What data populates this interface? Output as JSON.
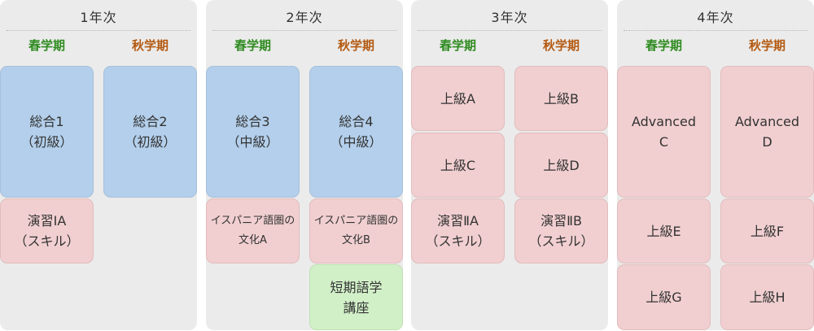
{
  "years": [
    {
      "title": "1年次",
      "spring": "春学期",
      "autumn": "秋学期",
      "courses": [
        {
          "label": "総合1\n（初級）",
          "color": "blue"
        },
        {
          "label": "総合2\n（初級）",
          "color": "blue"
        },
        {
          "label": "演習IA\n（スキル）",
          "color": "pink"
        }
      ]
    },
    {
      "title": "2年次",
      "spring": "春学期",
      "autumn": "秋学期",
      "courses": [
        {
          "label": "総合3\n（中級）",
          "color": "blue"
        },
        {
          "label": "総合4\n（中級）",
          "color": "blue"
        },
        {
          "label": "イスパニア語圏の\n文化A",
          "color": "pink"
        },
        {
          "label": "イスパニア語圏の\n文化B",
          "color": "pink"
        },
        {
          "label": "短期語学\n講座",
          "color": "green"
        }
      ]
    },
    {
      "title": "3年次",
      "spring": "春学期",
      "autumn": "秋学期",
      "courses": [
        {
          "label": "上級A",
          "color": "pink"
        },
        {
          "label": "上級B",
          "color": "pink"
        },
        {
          "label": "上級C",
          "color": "pink"
        },
        {
          "label": "上級D",
          "color": "pink"
        },
        {
          "label": "演習ⅡA\n（スキル）",
          "color": "pink"
        },
        {
          "label": "演習ⅡB\n（スキル）",
          "color": "pink"
        }
      ]
    },
    {
      "title": "4年次",
      "spring": "春学期",
      "autumn": "秋学期",
      "courses": [
        {
          "label": "Advanced\nC",
          "color": "pink"
        },
        {
          "label": "Advanced\nD",
          "color": "pink"
        },
        {
          "label": "上級E",
          "color": "pink"
        },
        {
          "label": "上級F",
          "color": "pink"
        },
        {
          "label": "上級G",
          "color": "pink"
        },
        {
          "label": "上級H",
          "color": "pink"
        }
      ]
    }
  ]
}
